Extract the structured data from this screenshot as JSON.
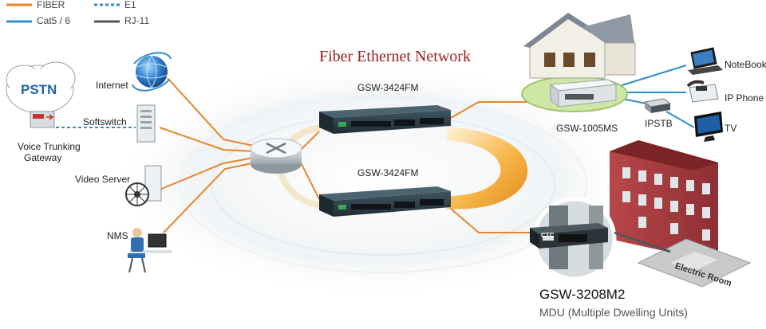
{
  "legend": {
    "fiber": "FIBER",
    "cat": "Cat5 / 6",
    "e1": "E1",
    "rj11": "RJ-11"
  },
  "colors": {
    "fiber": "#e8852a",
    "cat": "#2f8fc8",
    "e1": "#2f8fc8",
    "rj11": "#555555",
    "title": "#9b1c1c"
  },
  "title": "Fiber Ethernet Network",
  "left": {
    "pstn": "PSTN",
    "gateway_line1": "Voice Trunking",
    "gateway_line2": "Gateway",
    "internet": "Internet",
    "softswitch": "Softswitch",
    "video_server": "Video Server",
    "nms": "NMS"
  },
  "center": {
    "switch_top": "GSW-3424FM",
    "switch_bottom": "GSW-3424FM"
  },
  "right": {
    "gsw1005": "GSW-1005MS",
    "notebook": "NoteBook",
    "ipphone": "IP Phone",
    "ipstb": "IPSTB",
    "tv": "TV",
    "gsw3208": "GSW-3208M2",
    "mdu": "MDU (Multiple Dwelling Units)",
    "electric_room": "Electric Room",
    "ctc": "CTC"
  }
}
